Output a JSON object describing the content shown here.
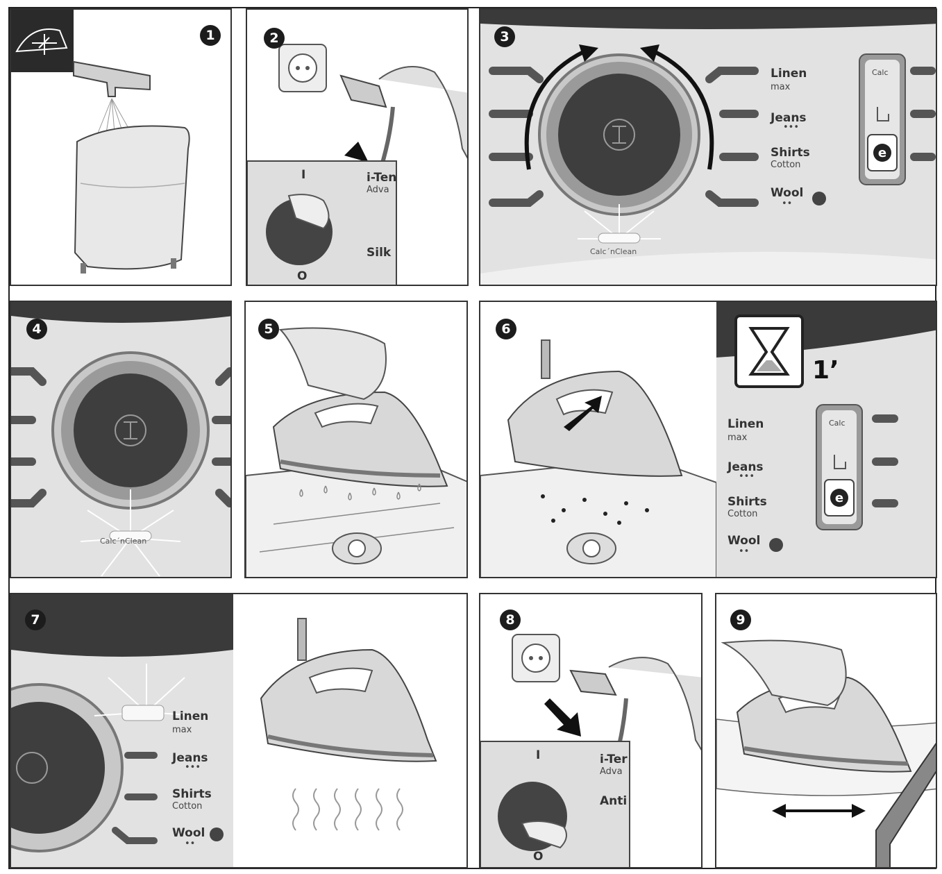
{
  "steps": [
    "1",
    "2",
    "3",
    "4",
    "5",
    "6",
    "7",
    "8",
    "9"
  ],
  "dial": {
    "labels": [
      {
        "name": "Linen",
        "sub": "max"
      },
      {
        "name": "Jeans",
        "sub": "•••"
      },
      {
        "name": "Shirts",
        "sub": "Cotton"
      },
      {
        "name": "Wool",
        "sub": "••"
      }
    ],
    "calc_label": "Calc",
    "calc_clean_label": "Calc´nClean",
    "eco_label": "e",
    "switch_on": "I",
    "switch_off": "O",
    "partial_labels": {
      "p2": [
        "i-Ten",
        "Adva",
        "Silk"
      ],
      "p8": [
        "i-Ter",
        "Adva",
        "Anti"
      ]
    }
  },
  "timer": {
    "value": "1’"
  },
  "colors": {
    "panel_gray": "#dcdcdc",
    "dark": "#3a3a3a",
    "accent_black": "#111111"
  }
}
